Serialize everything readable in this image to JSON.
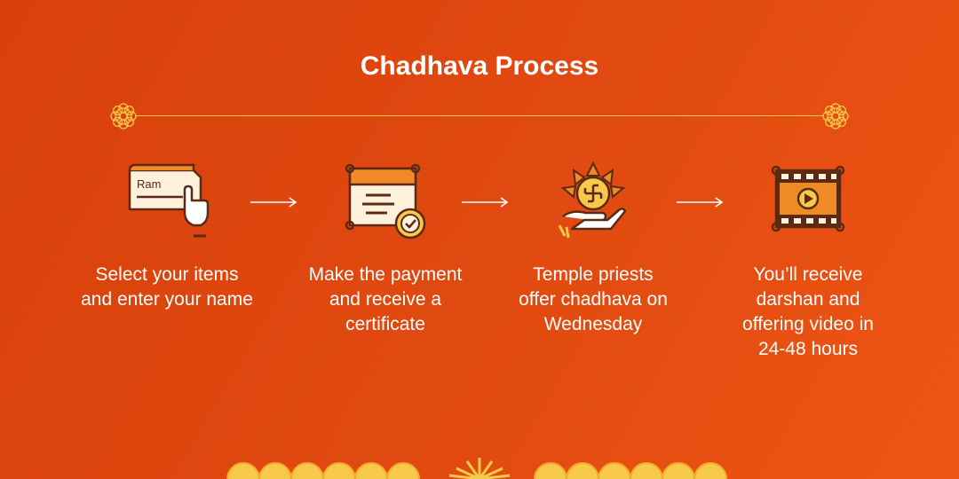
{
  "title": "Chadhava Process",
  "icon_name_input": "Ram",
  "steps": [
    {
      "icon": "name-card-icon",
      "label_lines": [
        "Select your items",
        "and enter your name"
      ]
    },
    {
      "icon": "certificate-icon",
      "label_lines": [
        "Make the payment",
        "and receive a",
        "certificate"
      ]
    },
    {
      "icon": "offering-hand-icon",
      "label_lines": [
        "Temple priests",
        "offer chadhava on",
        "Wednesday"
      ]
    },
    {
      "icon": "video-film-icon",
      "label_lines": [
        "You’ll receive",
        "darshan and",
        "offering video in",
        "24-48 hours"
      ]
    }
  ],
  "colors": {
    "background": "#E14A10",
    "accent_gold": "#F7C94A",
    "icon_dark": "#5A2A14",
    "icon_cream": "#FFF2DC",
    "icon_orange": "#F08A24"
  }
}
